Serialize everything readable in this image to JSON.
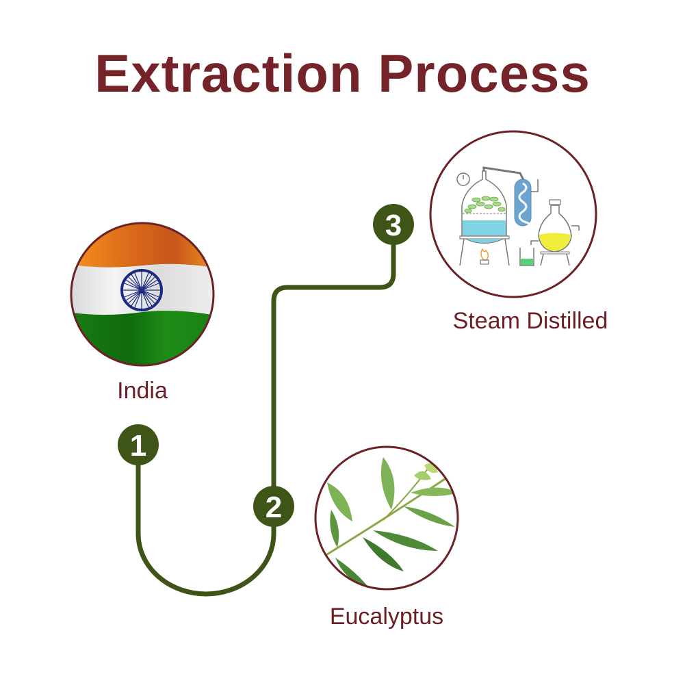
{
  "title": "Extraction Process",
  "colors": {
    "title": "#742428",
    "label": "#6b1f24",
    "path": "#3f5417",
    "badge_text": "#ffffff",
    "circle_border": "#6b2226",
    "saffron": "#f08a1c",
    "flag_white": "#ececec",
    "flag_green": "#1e8a16",
    "chakra": "#1c2a80"
  },
  "steps": [
    {
      "number": "1",
      "label": "India",
      "image": "india-flag"
    },
    {
      "number": "2",
      "label": "Eucalyptus",
      "image": "eucalyptus-leaves"
    },
    {
      "number": "3",
      "label": "Steam Distilled",
      "image": "steam-distillation-apparatus"
    }
  ]
}
